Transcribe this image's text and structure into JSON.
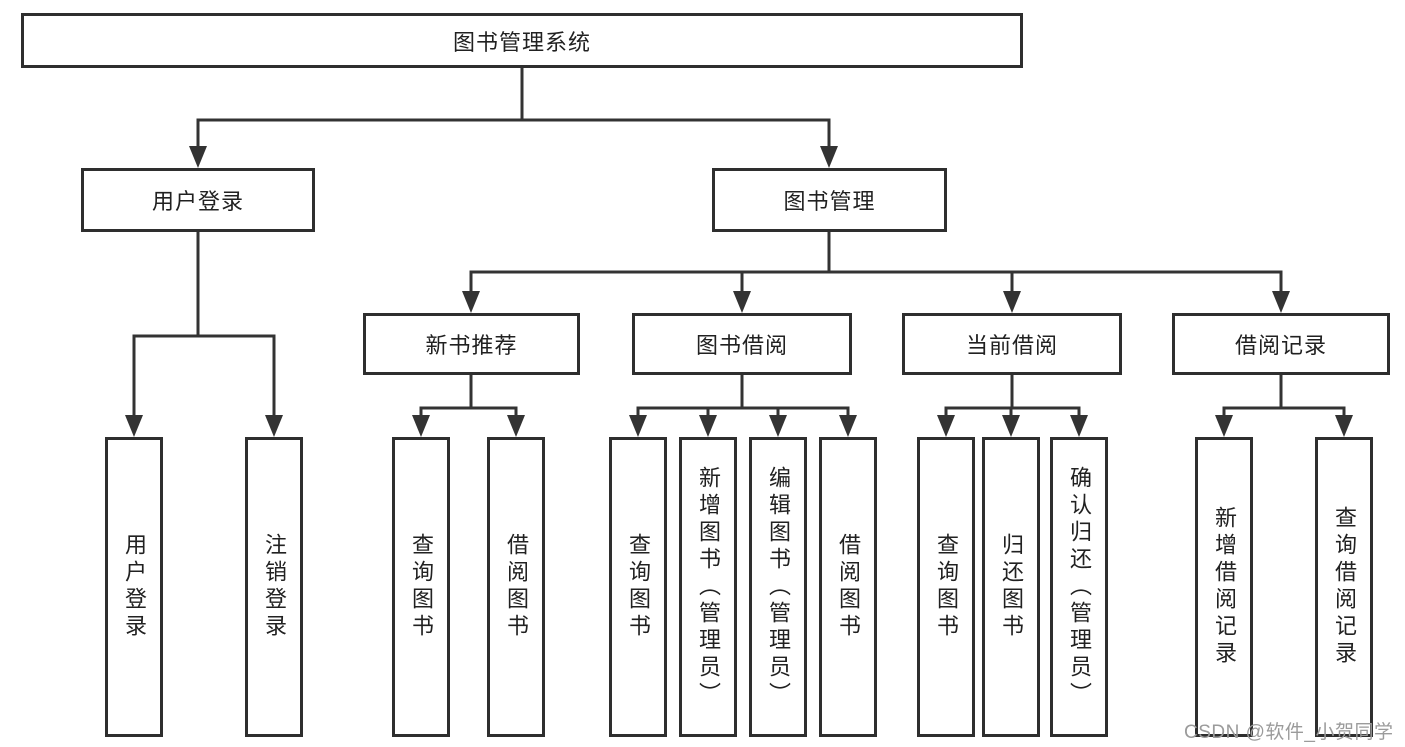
{
  "diagram": {
    "root": {
      "label": "图书管理系统"
    },
    "level2": {
      "user_login": {
        "label": "用户登录"
      },
      "book_mgmt": {
        "label": "图书管理"
      }
    },
    "level3": {
      "new_books": {
        "label": "新书推荐"
      },
      "borrowing": {
        "label": "图书借阅"
      },
      "current": {
        "label": "当前借阅"
      },
      "records": {
        "label": "借阅记录"
      }
    },
    "leaves": {
      "user_login": {
        "label": "用户登录"
      },
      "logout": {
        "label": "注销登录"
      },
      "query_book_1": {
        "label": "查询图书"
      },
      "borrow_book_1": {
        "label": "借阅图书"
      },
      "query_book_2": {
        "label": "查询图书"
      },
      "add_book_admin": {
        "label": "新增图书（管理员）"
      },
      "edit_book_admin": {
        "label": "编辑图书（管理员）"
      },
      "borrow_book_2": {
        "label": "借阅图书"
      },
      "query_book_3": {
        "label": "查询图书"
      },
      "return_book": {
        "label": "归还图书"
      },
      "confirm_return": {
        "label": "确认归还（管理员）"
      },
      "add_record": {
        "label": "新增借阅记录"
      },
      "query_record": {
        "label": "查询借阅记录"
      }
    },
    "watermark": "CSDN @软件_小贺同学",
    "colors": {
      "line": "#333333",
      "border": "#2e2e2e",
      "text": "#212121",
      "watermark": "#9b9b9b",
      "background": "#ffffff"
    }
  }
}
